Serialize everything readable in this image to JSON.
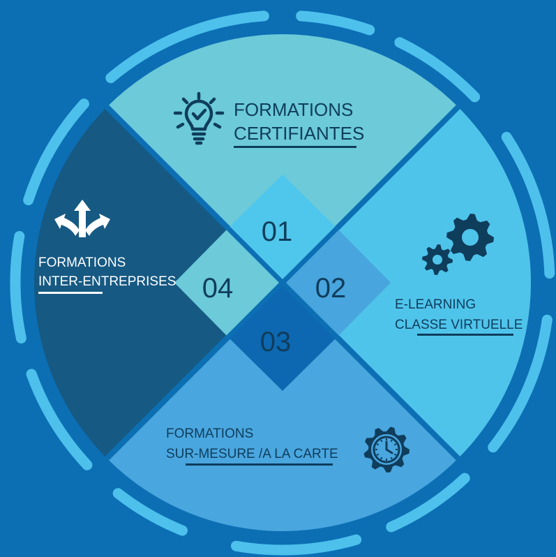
{
  "colors": {
    "background": "#0c6fb4",
    "outer_arcs": "#4dc1ec",
    "segment_top": "#6ccad9",
    "segment_right": "#4fc4eb",
    "segment_bottom": "#49a6de",
    "segment_left": "#165983",
    "tile_01": "#4fc6ec",
    "tile_02": "#48a5dd",
    "tile_03": "#0d68b1",
    "tile_04": "#6ccad9",
    "text_dark": "#0f3d5c",
    "text_light": "#ffffff"
  },
  "segments": [
    {
      "number": "01",
      "title_line1": "FORMATIONS",
      "title_line2": "CERTIFIANTES",
      "icon": "lightbulb-check-icon"
    },
    {
      "number": "02",
      "title_line1": "E-LEARNING",
      "title_line2": "CLASSE VIRTUELLE",
      "icon": "gears-icon"
    },
    {
      "number": "03",
      "title_line1": "FORMATIONS",
      "title_line2": "SUR-MESURE /A LA CARTE",
      "icon": "gear-clock-icon"
    },
    {
      "number": "04",
      "title_line1": "FORMATIONS",
      "title_line2": "INTER-ENTREPRISES",
      "icon": "split-arrows-icon"
    }
  ]
}
